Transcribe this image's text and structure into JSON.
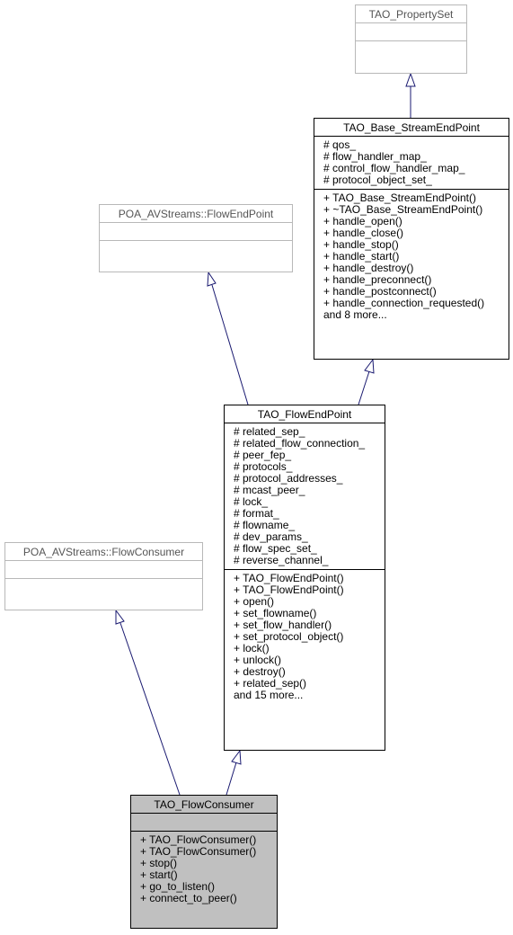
{
  "classes": {
    "property_set": {
      "name": "TAO_PropertySet",
      "attributes": [],
      "operations": []
    },
    "base_stream_endpoint": {
      "name": "TAO_Base_StreamEndPoint",
      "attributes": [
        "# qos_",
        "# flow_handler_map_",
        "# control_flow_handler_map_",
        "# protocol_object_set_"
      ],
      "operations": [
        "+ TAO_Base_StreamEndPoint()",
        "+ ~TAO_Base_StreamEndPoint()",
        "+ handle_open()",
        "+ handle_close()",
        "+ handle_stop()",
        "+ handle_start()",
        "+ handle_destroy()",
        "+ handle_preconnect()",
        "+ handle_postconnect()",
        "+ handle_connection_requested()",
        "and 8 more..."
      ]
    },
    "poa_flow_endpoint": {
      "name": "POA_AVStreams::FlowEndPoint",
      "attributes": [],
      "operations": []
    },
    "flow_endpoint": {
      "name": "TAO_FlowEndPoint",
      "attributes": [
        "# related_sep_",
        "# related_flow_connection_",
        "# peer_fep_",
        "# protocols_",
        "# protocol_addresses_",
        "# mcast_peer_",
        "# lock_",
        "# format_",
        "# flowname_",
        "# dev_params_",
        "# flow_spec_set_",
        "# reverse_channel_"
      ],
      "operations": [
        "+ TAO_FlowEndPoint()",
        "+ TAO_FlowEndPoint()",
        "+ open()",
        "+ set_flowname()",
        "+ set_flow_handler()",
        "+ set_protocol_object()",
        "+ lock()",
        "+ unlock()",
        "+ destroy()",
        "+ related_sep()",
        "and 15 more..."
      ]
    },
    "poa_flow_consumer": {
      "name": "POA_AVStreams::FlowConsumer",
      "attributes": [],
      "operations": []
    },
    "flow_consumer": {
      "name": "TAO_FlowConsumer",
      "attributes": [],
      "operations": [
        "+ TAO_FlowConsumer()",
        "+ TAO_FlowConsumer()",
        "+ stop()",
        "+ start()",
        "+ go_to_listen()",
        "+ connect_to_peer()"
      ]
    }
  },
  "colors": {
    "edge": "#191970",
    "external_border": "#b8b8b8",
    "focus_fill": "#c0c0c0"
  }
}
